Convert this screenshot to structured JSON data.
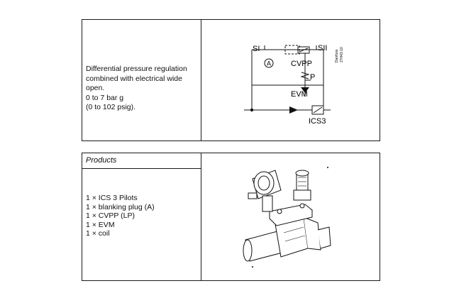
{
  "description": {
    "lines": [
      "Differential pressure regulation",
      "combined with electrical wide",
      "open.",
      "0 to 7 bar g",
      "(0 to 102 psig)."
    ]
  },
  "diagram": {
    "label_si": "SI",
    "label_sii": "SII",
    "label_a": "A",
    "label_cvpp": "CVPP",
    "label_p": "P",
    "label_evm": "EVM",
    "label_ics3": "ICS3",
    "doc_code_1": "Danfoss",
    "doc_code_2": "27H43.10"
  },
  "products": {
    "heading": "Products",
    "items": [
      "1 × ICS 3 Pilots",
      "1 × blanking plug (A)",
      "1 × CVPP (LP)",
      "1 × EVM",
      "1 × coil"
    ]
  }
}
